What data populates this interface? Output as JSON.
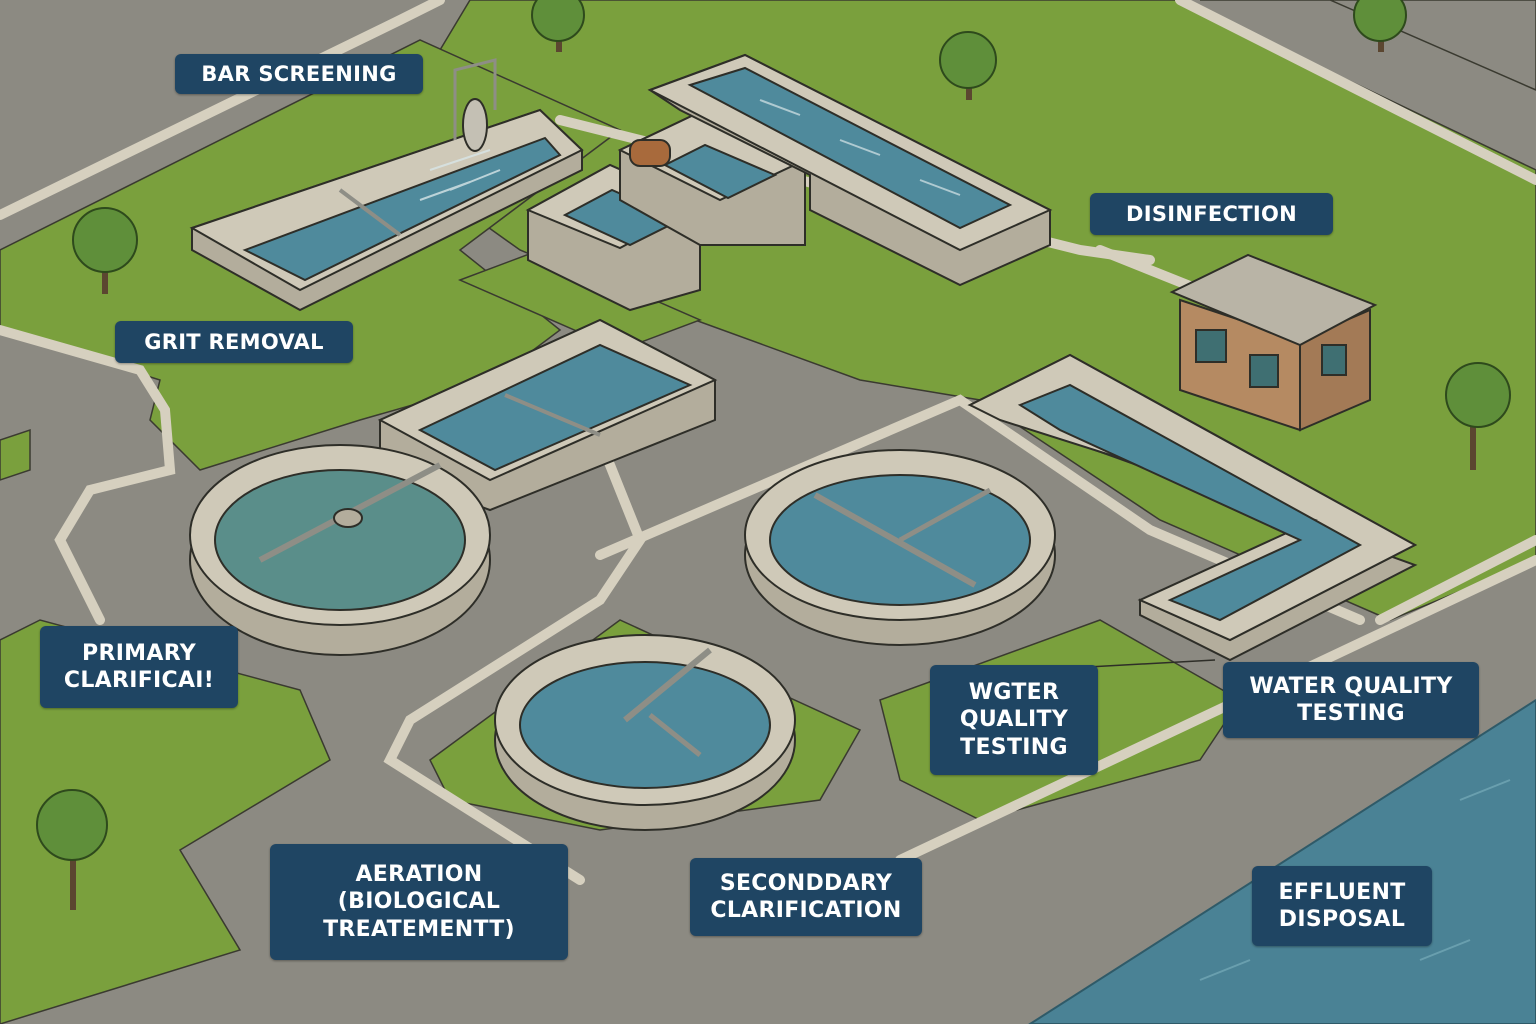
{
  "diagram": {
    "subject": "Wastewater treatment plant (isometric illustration)",
    "colors": {
      "grass": "#7aa03d",
      "road": "#8c8a82",
      "curb": "#d6d0bf",
      "concrete": "#cfc9b8",
      "concrete_dark": "#b3ad9c",
      "water": "#4f8a9c",
      "water_light": "#6ea3b0",
      "river": "#4a8295",
      "building_wall": "#b58a62",
      "building_roof": "#b9b4a6",
      "tree": "#5f8f3a",
      "label_bg": "#1f4563",
      "label_text": "#ffffff"
    },
    "labels": [
      {
        "id": "bar-screening",
        "lines": [
          "BAR SCREENING"
        ]
      },
      {
        "id": "grit-removal",
        "lines": [
          "GRIT REMOVAL"
        ]
      },
      {
        "id": "disinfection",
        "lines": [
          "DISINFECTION"
        ]
      },
      {
        "id": "primary-clarification",
        "lines": [
          "PRIMARY",
          "CLARIFICAI!"
        ]
      },
      {
        "id": "water-quality-testing-misspelled",
        "lines": [
          "WGTER",
          "QUALITY",
          "TESTING"
        ]
      },
      {
        "id": "water-quality-testing",
        "lines": [
          "WATER QUALITY",
          "TESTING"
        ]
      },
      {
        "id": "aeration",
        "lines": [
          "AERATION",
          "(BIOLOGICAL",
          "TREATEMENTT)"
        ]
      },
      {
        "id": "secondary-clarification",
        "lines": [
          "SECONDDARY",
          "CLARIFICATION"
        ]
      },
      {
        "id": "effluent-disposal",
        "lines": [
          "EFFLUENT",
          "DISPOSAL"
        ]
      }
    ],
    "structures": [
      "bar screening channel with screen and rake",
      "grit chamber basins with pump",
      "long disinfection contact channel",
      "primary circular clarifier",
      "secondary circular clarifier",
      "aeration circular basin",
      "L-shaped effluent channel",
      "small brick control building",
      "river for effluent discharge"
    ]
  }
}
